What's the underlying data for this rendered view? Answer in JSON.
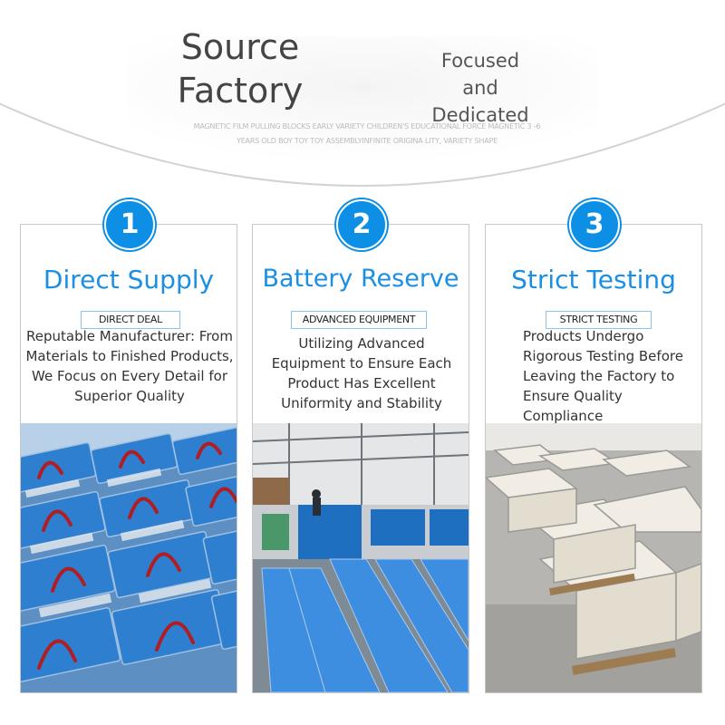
{
  "hero": {
    "title_line1": "Source",
    "title_line2": "Factory",
    "side_line1": "Focused",
    "side_line2": "and",
    "side_line3": "Dedicated",
    "tagline": "MAGNETIC FILM PULLING BLOCKS EARLY VARIETY CHILDREN'S EDUCATIONAL FORCE MAGNETIC 3 -6 YEARS OLD BOY TOY TOY ASSEMBLYINFINITE ORIGINA LITY, VARIETY SHAPE"
  },
  "cards": [
    {
      "number": "1",
      "title": "Direct Supply",
      "tag": "DIRECT DEAL",
      "description": "Reputable Manufacturer: From Materials to Finished Products, We Focus on Every Detail for Superior Quality",
      "photo": "batteries-with-red-cables"
    },
    {
      "number": "2",
      "title": "Battery Reserve",
      "tag": "ADVANCED EQUIPMENT",
      "description": "Utilizing Advanced Equipment to Ensure Each Product Has Excellent Uniformity and Stability",
      "photo": "factory-floor-battery-rows"
    },
    {
      "number": "3",
      "title": "Strict Testing",
      "tag": "STRICT TESTING",
      "description": "Products Undergo Rigorous Testing Before Leaving the Factory to Ensure Quality Compliance",
      "photo": "wooden-crates-warehouse"
    }
  ],
  "colors": {
    "accent": "#1a8fe3",
    "badge": "#0d8fe6",
    "title_gray": "#444444",
    "card_border": "#c9c9c9"
  }
}
